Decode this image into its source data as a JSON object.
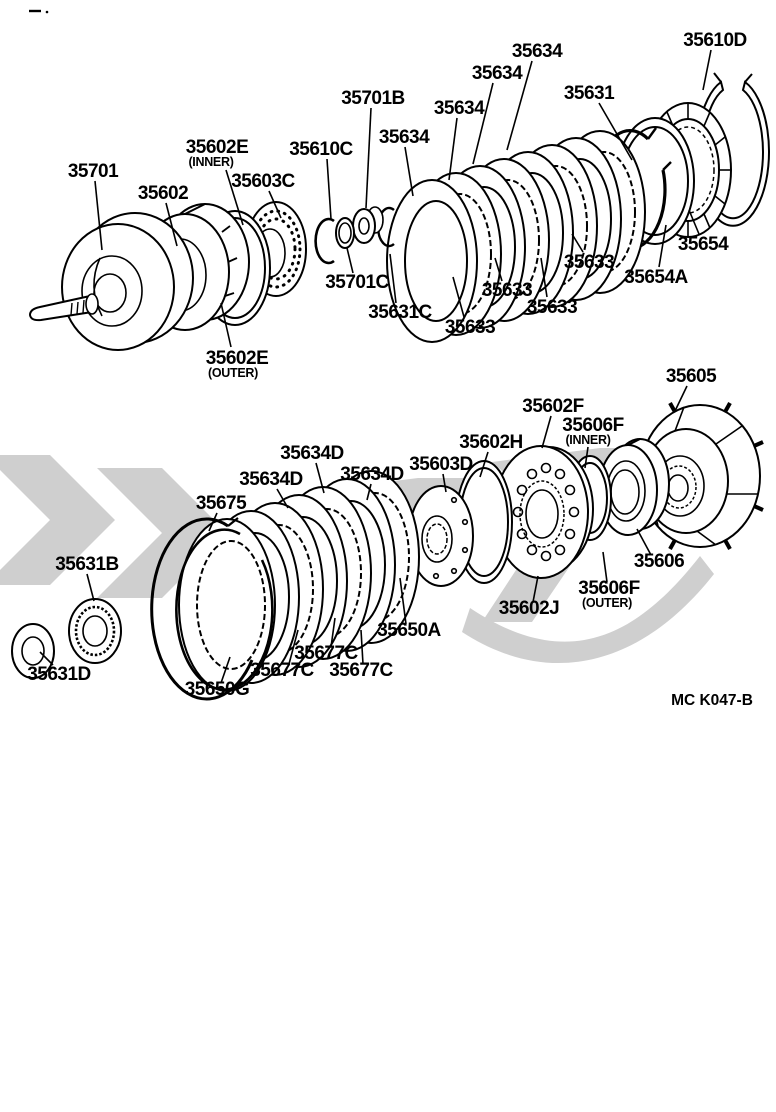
{
  "diagram": {
    "doc_code": "MC K047-B",
    "callouts": [
      {
        "text": "35701"
      },
      {
        "text": "35602"
      },
      {
        "text": "35602E",
        "sub": "(INNER)"
      },
      {
        "text": "35603C"
      },
      {
        "text": "35610C"
      },
      {
        "text": "35701B"
      },
      {
        "text": "35634"
      },
      {
        "text": "35634"
      },
      {
        "text": "35634"
      },
      {
        "text": "35634"
      },
      {
        "text": "35631"
      },
      {
        "text": "35610D"
      },
      {
        "text": "35654"
      },
      {
        "text": "35654A"
      },
      {
        "text": "35633"
      },
      {
        "text": "35633"
      },
      {
        "text": "35633"
      },
      {
        "text": "35633"
      },
      {
        "text": "35631C"
      },
      {
        "text": "35701C"
      },
      {
        "text": "35602E",
        "sub": "(OUTER)"
      },
      {
        "text": "35605"
      },
      {
        "text": "35602F"
      },
      {
        "text": "35606F",
        "sub": "(INNER)"
      },
      {
        "text": "35602H"
      },
      {
        "text": "35603D"
      },
      {
        "text": "35634D"
      },
      {
        "text": "35634D"
      },
      {
        "text": "35634D"
      },
      {
        "text": "35675"
      },
      {
        "text": "35631B"
      },
      {
        "text": "35631D"
      },
      {
        "text": "35650G"
      },
      {
        "text": "35677C"
      },
      {
        "text": "35677C"
      },
      {
        "text": "35677C"
      },
      {
        "text": "35650A"
      },
      {
        "text": "35602J"
      },
      {
        "text": "35606F",
        "sub": "(OUTER)"
      },
      {
        "text": "35606"
      }
    ]
  }
}
